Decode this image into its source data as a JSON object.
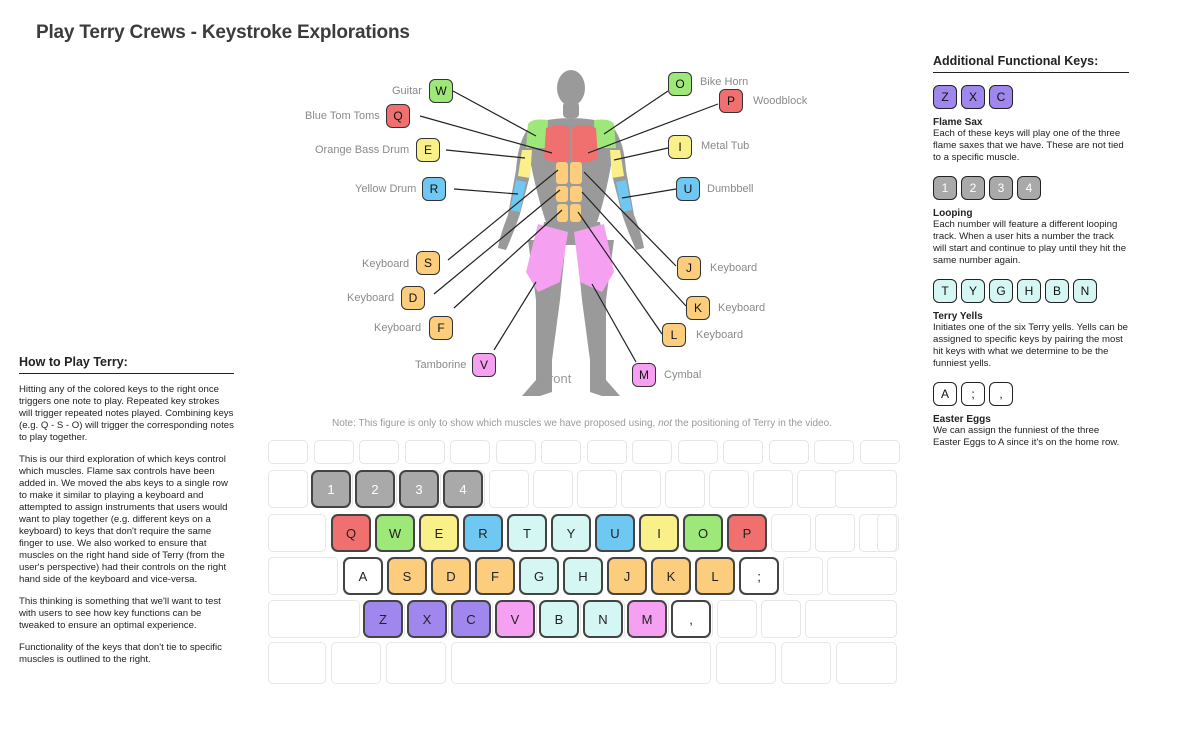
{
  "title": "Play Terry Crews - Keystroke Explorations",
  "colors": {
    "red": "#f07070",
    "green": "#9ee87a",
    "yellow": "#f9f08a",
    "blue": "#6ec8f2",
    "orange": "#fccd7c",
    "pink": "#f6a0f2",
    "purple": "#9f87ee",
    "grey": "#a9a9a9",
    "cyan": "#d5f7f3",
    "white": "#ffffff"
  },
  "howto": {
    "heading": "How to Play Terry:",
    "p1": "Hitting any of the colored keys to the right once triggers one note to play. Repeated key strokes will trigger repeated notes played. Combining keys (e.g. Q - S - O) will trigger the corresponding notes to play together.",
    "p2": "This is our third exploration of which keys control which muscles. Flame sax controls have been added in. We moved the abs keys to a single row to make it similar to playing a keyboard and attempted to assign instruments that users would want to play together (e.g. different keys on a keyboard) to keys that don't require the same finger to use. We also worked to ensure that muscles on the right hand side of Terry (from the user's perspective) had their controls on the right hand side of the keyboard and vice-versa.",
    "p3": "This thinking is something that we'll want to test with users to see how key functions can be tweaked to ensure an optimal experience.",
    "p4": "Functionality of the keys that don't tie to specific muscles is outlined to the right."
  },
  "additional": {
    "heading": "Additional Functional Keys:",
    "groups": [
      {
        "keys": [
          "Z",
          "X",
          "C"
        ],
        "color": "purple",
        "title": "Flame Sax",
        "desc": "Each of these keys will play one of the three flame saxes that we have. These are not tied to a specific muscle."
      },
      {
        "keys": [
          "1",
          "2",
          "3",
          "4"
        ],
        "color": "grey",
        "title": "Looping",
        "desc": "Each number will feature a different looping track. When a user hits a number the track will start and continue to play until they hit the same number again."
      },
      {
        "keys": [
          "T",
          "Y",
          "G",
          "H",
          "B",
          "N"
        ],
        "color": "cyan",
        "title": "Terry Yells",
        "desc": "Initiates one of the six Terry yells. Yells can be assigned to specific keys by pairing the most hit keys with what we determine to be the funniest yells."
      },
      {
        "keys": [
          "A",
          ";",
          ","
        ],
        "color": "white",
        "title": "Easter Eggs",
        "desc": "We can assign the funniest of the three Easter Eggs to A since it's on the home row."
      }
    ]
  },
  "body_keys": [
    {
      "key": "W",
      "label": "Guitar",
      "color": "green"
    },
    {
      "key": "Q",
      "label": "Blue Tom Toms",
      "color": "red"
    },
    {
      "key": "E",
      "label": "Orange Bass Drum",
      "color": "yellow"
    },
    {
      "key": "R",
      "label": "Yellow Drum",
      "color": "blue"
    },
    {
      "key": "S",
      "label": "Keyboard",
      "color": "orange"
    },
    {
      "key": "D",
      "label": "Keyboard",
      "color": "orange"
    },
    {
      "key": "F",
      "label": "Keyboard",
      "color": "orange"
    },
    {
      "key": "V",
      "label": "Tamborine",
      "color": "pink"
    },
    {
      "key": "O",
      "label": "Bike Horn",
      "color": "green"
    },
    {
      "key": "P",
      "label": "Woodblock",
      "color": "red"
    },
    {
      "key": "I",
      "label": "Metal Tub",
      "color": "yellow"
    },
    {
      "key": "U",
      "label": "Dumbbell",
      "color": "blue"
    },
    {
      "key": "J",
      "label": "Keyboard",
      "color": "orange"
    },
    {
      "key": "K",
      "label": "Keyboard",
      "color": "orange"
    },
    {
      "key": "L",
      "label": "Keyboard",
      "color": "orange"
    },
    {
      "key": "M",
      "label": "Cymbal",
      "color": "pink"
    }
  ],
  "figure": {
    "front_label": "Front",
    "note_pre": "Note: This figure is only to show which muscles we have proposed using, ",
    "note_em": "not",
    "note_post": " the positioning of Terry in the video."
  },
  "keyboard_rows": [
    [
      {
        "k": "1",
        "c": "grey"
      },
      {
        "k": "2",
        "c": "grey"
      },
      {
        "k": "3",
        "c": "grey"
      },
      {
        "k": "4",
        "c": "grey"
      }
    ],
    [
      {
        "k": "Q",
        "c": "red"
      },
      {
        "k": "W",
        "c": "green"
      },
      {
        "k": "E",
        "c": "yellow"
      },
      {
        "k": "R",
        "c": "blue"
      },
      {
        "k": "T",
        "c": "cyan"
      },
      {
        "k": "Y",
        "c": "cyan"
      },
      {
        "k": "U",
        "c": "blue"
      },
      {
        "k": "I",
        "c": "yellow"
      },
      {
        "k": "O",
        "c": "green"
      },
      {
        "k": "P",
        "c": "red"
      }
    ],
    [
      {
        "k": "A",
        "c": "white"
      },
      {
        "k": "S",
        "c": "orange"
      },
      {
        "k": "D",
        "c": "orange"
      },
      {
        "k": "F",
        "c": "orange"
      },
      {
        "k": "G",
        "c": "cyan"
      },
      {
        "k": "H",
        "c": "cyan"
      },
      {
        "k": "J",
        "c": "orange"
      },
      {
        "k": "K",
        "c": "orange"
      },
      {
        "k": "L",
        "c": "orange"
      },
      {
        "k": ";",
        "c": "white"
      }
    ],
    [
      {
        "k": "Z",
        "c": "purple"
      },
      {
        "k": "X",
        "c": "purple"
      },
      {
        "k": "C",
        "c": "purple"
      },
      {
        "k": "V",
        "c": "pink"
      },
      {
        "k": "B",
        "c": "cyan"
      },
      {
        "k": "N",
        "c": "cyan"
      },
      {
        "k": "M",
        "c": "pink"
      },
      {
        "k": ",",
        "c": "white"
      }
    ]
  ]
}
